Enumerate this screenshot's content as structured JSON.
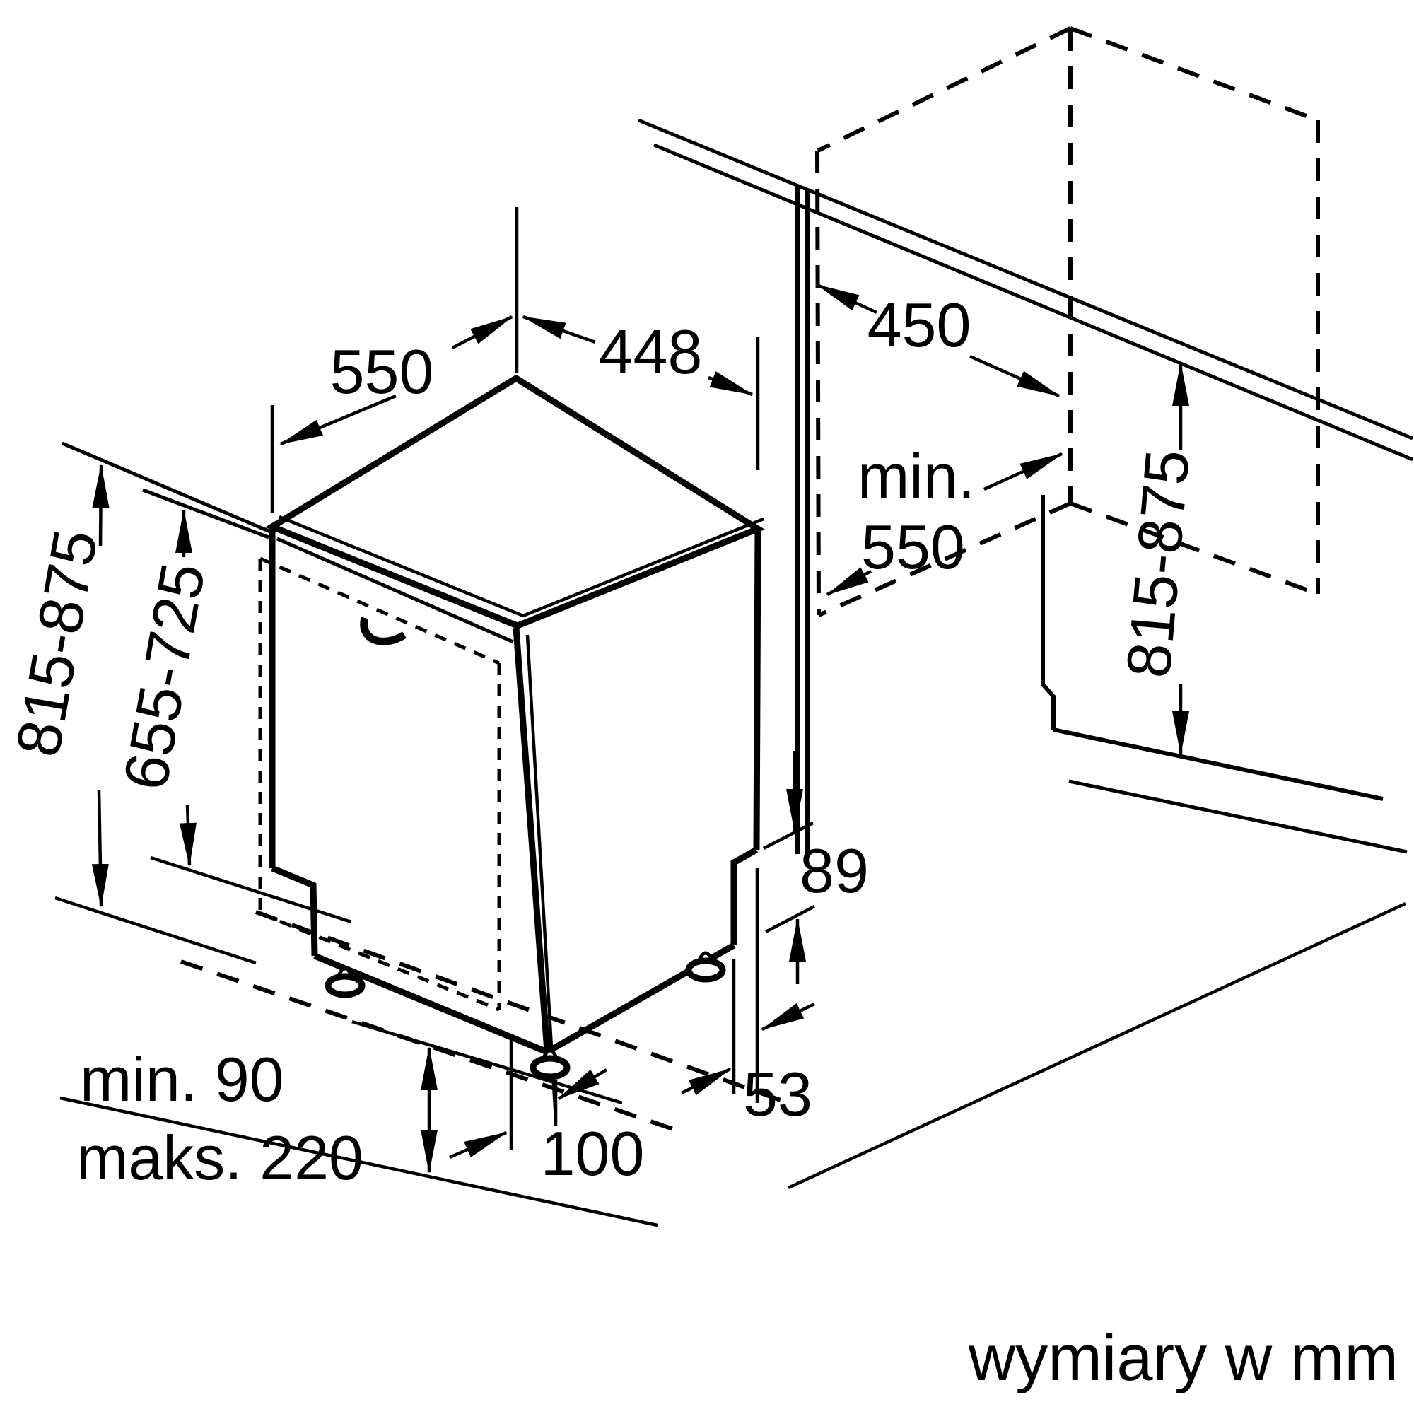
{
  "diagram": {
    "type": "appliance-installation-drawing",
    "caption": "wymiary w mm",
    "unit": "mm",
    "labels": {
      "appliance_depth": "550",
      "appliance_width": "448",
      "niche_width": "450",
      "niche_depth_prefix": "min.",
      "niche_depth_value": "550",
      "appliance_height_range": "815-875",
      "front_panel_height_range": "655-725",
      "niche_height_range": "815-875",
      "rear_step_height": "89",
      "rear_step_depth": "53",
      "plinth_recess_depth": "100",
      "plinth_height_min": "min. 90",
      "plinth_height_max": "maks. 220"
    }
  }
}
